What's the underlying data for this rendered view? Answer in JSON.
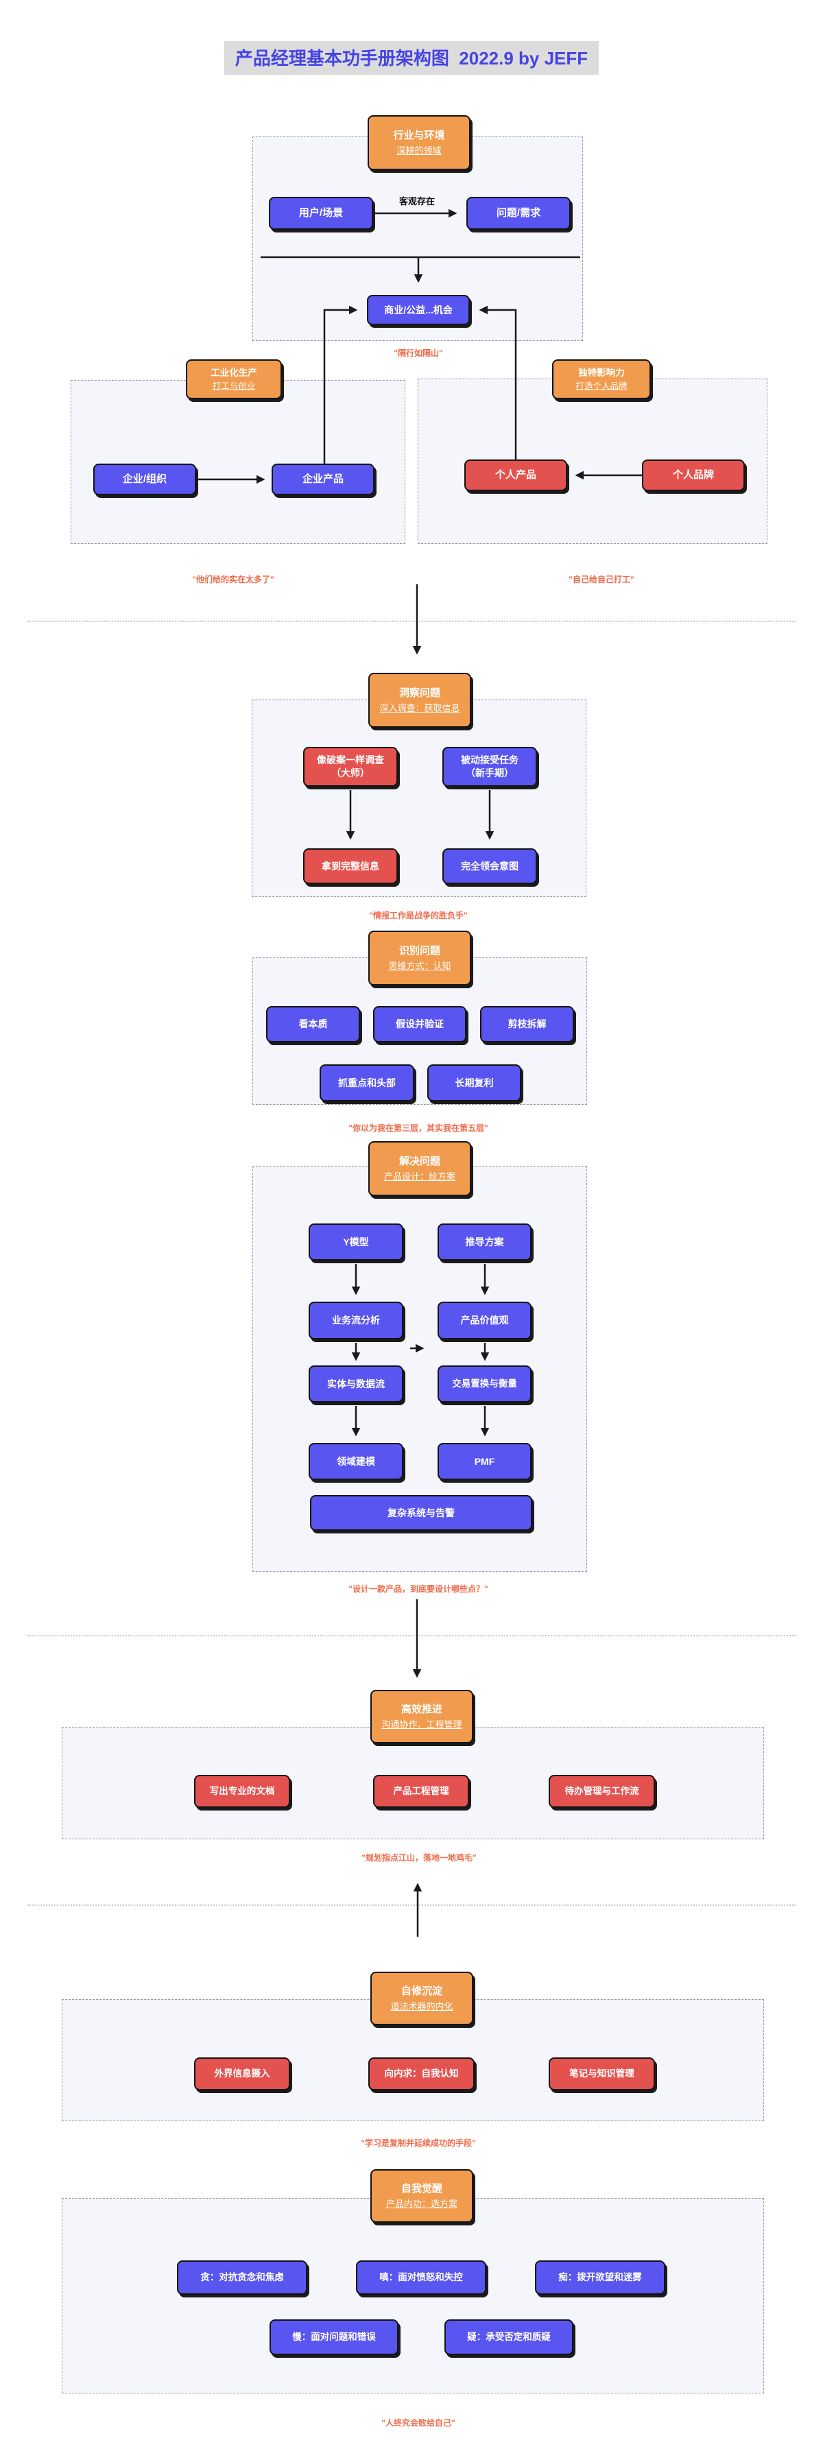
{
  "title": "产品经理基本功手册架构图  2022.9 by JEFF",
  "colors": {
    "orange": "#f09b4d",
    "blue": "#5955f0",
    "red": "#e4524f",
    "quote": "#ef6b4b",
    "title_text": "#4643e6"
  },
  "industry": {
    "header": "行业与环境",
    "sub": "深耕的领域",
    "user": "用户/场景",
    "edge": "客观存在",
    "need": "问题/需求",
    "opportunity": "商业/公益...机会",
    "quote": "\"隔行如隔山\""
  },
  "company": {
    "header": "工业化生产",
    "sub": "打工与创业",
    "org": "企业/组织",
    "product": "企业产品",
    "quote": "\"他们给的实在太多了\""
  },
  "personal": {
    "header": "独特影响力",
    "sub": "打造个人品牌",
    "product": "个人产品",
    "brand": "个人品牌",
    "quote": "\"自己给自己打工\""
  },
  "insight": {
    "header": "洞察问题",
    "sub": "深入调查：获取信息",
    "master": "像破案一样调查",
    "master_tag": "（大师）",
    "novice": "被动接受任务",
    "novice_tag": "（新手期）",
    "master_result": "拿到完整信息",
    "novice_result": "完全领会意图",
    "quote": "\"情报工作是战争的胜负手\""
  },
  "recognize": {
    "header": "识别问题",
    "sub": "思维方式：认知",
    "row1": [
      "看本质",
      "假设并验证",
      "剪枝拆解"
    ],
    "row2": [
      "抓重点和头部",
      "长期复利"
    ],
    "quote": "\"你以为我在第三层，其实我在第五层\""
  },
  "solve": {
    "header": "解决问题",
    "sub": "产品设计：给方案",
    "left": [
      "Y模型",
      "业务流分析",
      "实体与数据流",
      "领域建模"
    ],
    "right": [
      "推导方案",
      "产品价值观",
      "交易置换与衡量",
      "PMF"
    ],
    "bottom": "复杂系统与告警",
    "quote": "\"设计一款产品，到底要设计哪些点？\""
  },
  "execute": {
    "header": "高效推进",
    "sub": "沟通协作、工程管理",
    "boxes": [
      "写出专业的文档",
      "产品工程管理",
      "待办管理与工作流"
    ],
    "quote": "\"规划指点江山，落地一地鸡毛\""
  },
  "learn": {
    "header": "自修沉淀",
    "sub": "道法术器的内化",
    "boxes": [
      "外界信息摄入",
      "向内求：自我认知",
      "笔记与知识管理"
    ],
    "quote": "\"学习是复制并延续成功的手段\""
  },
  "awaken": {
    "header": "自我觉醒",
    "sub": "产品内功：选方案",
    "row1": [
      "贪：对抗贪念和焦虑",
      "嗔：面对愤怒和失控",
      "痴：拨开欲望和迷雾"
    ],
    "row2": [
      "慢：面对问题和错误",
      "疑：承受否定和质疑"
    ],
    "quote": "\"人终究会败给自己\""
  }
}
